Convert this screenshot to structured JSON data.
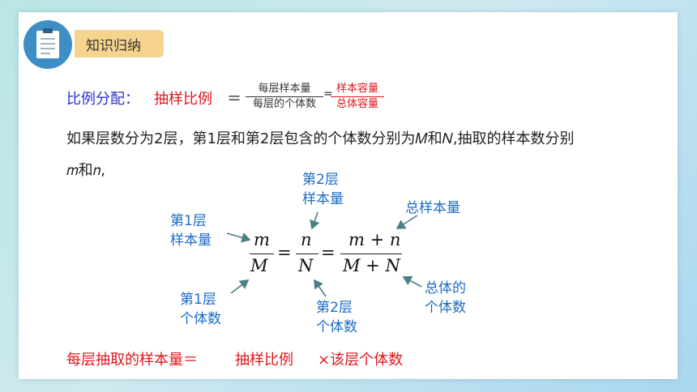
{
  "section_title": "知识归纳",
  "formula_line": {
    "label": "比例分配：",
    "term": "抽样比例",
    "equals": "＝",
    "frac1_num": "每层样本量",
    "frac1_den": "每层的个体数",
    "frac2_num": "样本容量",
    "frac2_den": "总体容量",
    "eq2": "="
  },
  "paragraph": {
    "line1": "如果层数分为2层，第1层和第2层包含的个体数分别为𝑀和𝑁,抽取的样本数分别",
    "line2": "𝑚和𝑛,"
  },
  "equation": {
    "m": "m",
    "M": "M",
    "n": "n",
    "N": "N",
    "num3": "m + n",
    "den3": "M + N",
    "eq": "="
  },
  "annotations": {
    "layer2_sample": [
      "第2层",
      "样本量"
    ],
    "total_sample": "总样本量",
    "layer1_sample": [
      "第1层",
      "样本量"
    ],
    "layer1_pop": [
      "第1层",
      "个体数"
    ],
    "layer2_pop": [
      "第2层",
      "个体数"
    ],
    "total_pop": [
      "总体的",
      "个体数"
    ]
  },
  "bottom_line": {
    "part1": "每层抽取的样本量＝",
    "part2": "抽样比例",
    "part3": "×该层个体数"
  },
  "colors": {
    "label_blue": "#2c2fd0",
    "red": "#e0161c",
    "annotation_blue": "#1a6bc7",
    "arrow": "#4a7f86",
    "tag": "#f6d48d",
    "icon": "#3e8ec6"
  }
}
